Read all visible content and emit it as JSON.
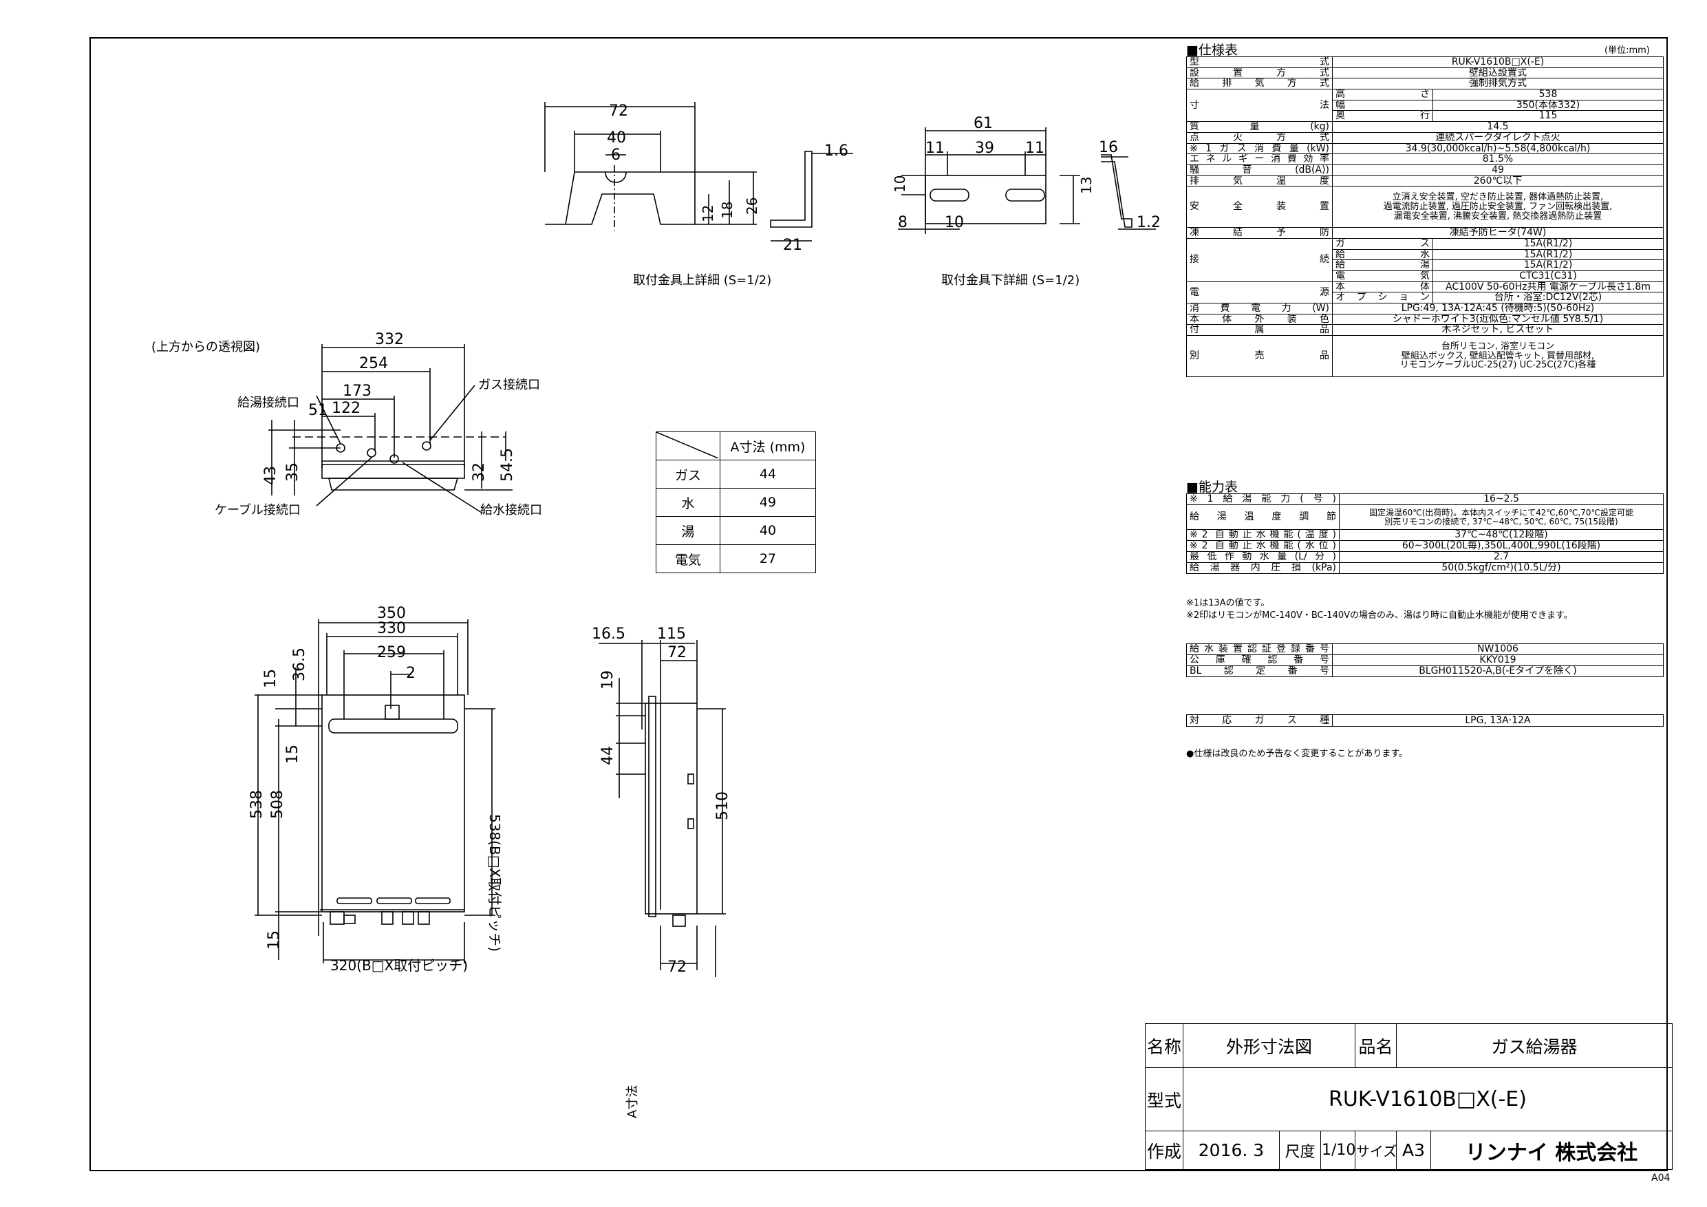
{
  "spec": {
    "title": "■仕様表",
    "unit": "(単位:mm)",
    "rows": [
      {
        "label": "型式",
        "value": "RUK-V1610B□X(-E)"
      },
      {
        "label": "設置方式",
        "value": "壁組込設置式"
      },
      {
        "label": "給排気方式",
        "value": "強制排気方式"
      },
      {
        "label": "寸法",
        "subs": [
          {
            "label": "高さ",
            "value": "538"
          },
          {
            "label": "幅",
            "value": "350(本体332)"
          },
          {
            "label": "奥行",
            "value": "115"
          }
        ]
      },
      {
        "label": "質量(kg)",
        "value": "14.5"
      },
      {
        "label": "点火方式",
        "value": "連続スパークダイレクト点火"
      },
      {
        "label": "※1ガス消費量(kW)",
        "value": "34.9(30,000kcal/h)~5.58(4,800kcal/h)"
      },
      {
        "label": "エネルギー消費効率",
        "value": "81.5%"
      },
      {
        "label": "騒音(dB(A))",
        "value": "49"
      },
      {
        "label": "排気温度",
        "value": "260℃以下"
      },
      {
        "label": "安全装置",
        "value_lines": [
          "立消え安全装置, 空だき防止装置, 器体過熱防止装置,",
          "過電流防止装置, 過圧防止安全装置, ファン回転検出装置,",
          "漏電安全装置, 沸騰安全装置, 熱交換器過熱防止装置"
        ]
      },
      {
        "label": "凍結予防",
        "value": "凍結予防ヒータ(74W)"
      },
      {
        "label": "接続",
        "subs": [
          {
            "label": "ガス",
            "value": "15A(R1/2)"
          },
          {
            "label": "給水",
            "value": "15A(R1/2)"
          },
          {
            "label": "給湯",
            "value": "15A(R1/2)"
          },
          {
            "label": "電気",
            "value": "CTC31(C31)"
          }
        ]
      },
      {
        "label": "電源",
        "subs": [
          {
            "label": "本体",
            "value": "AC100V 50-60Hz共用 電源ケーブル長さ1.8m"
          },
          {
            "label": "オプション",
            "value": "台所・浴室:DC12V(2芯)"
          }
        ]
      },
      {
        "label": "消費電力(W)",
        "value": "LPG:49, 13A·12A:45 (待機時:5)(50-60Hz)"
      },
      {
        "label": "本体外装色",
        "value": "シャドーホワイト3(近似色:マンセル値 5Y8.5/1)"
      },
      {
        "label": "付属品",
        "value": "木ネジセット, ビスセット"
      },
      {
        "label": "別売品",
        "value_lines": [
          "台所リモコン, 浴室リモコン",
          "壁組込ボックス, 壁組込配管キット, 買替用部材,",
          "リモコンケーブルUC-25(27) UC-25C(27C)各種"
        ]
      }
    ]
  },
  "capacity": {
    "title": "■能力表",
    "rows": [
      {
        "label": "※1給湯能力(号)",
        "value": "16~2.5"
      },
      {
        "label": "給湯温度調節",
        "value_lines": [
          "固定湯温60℃(出荷時)。本体内スイッチにて42℃,60℃,70℃設定可能",
          "別売リモコンの接続で, 37℃~48℃, 50℃, 60℃, 75(15段階)"
        ]
      },
      {
        "label": "※2 自動止水機能(温度)",
        "value": "37℃~48℃(12段階)"
      },
      {
        "label": "※2 自動止水機能(水位)",
        "value": "60~300L(20L毎),350L,400L,990L(16段階)"
      },
      {
        "label": "最低作動水量(L/分)",
        "value": "2.7"
      },
      {
        "label": "給湯器内圧損(kPa)",
        "value": "50(0.5kgf/cm²)(10.5L/分)"
      }
    ],
    "notes": [
      "※1は13Aの値です。",
      "※2印はリモコンがMC-140V・BC-140Vの場合のみ、湯はり時に自動止水機能が使用できます。"
    ]
  },
  "certs": [
    {
      "label": "給水装置認証登録番号",
      "value": "NW1006"
    },
    {
      "label": "公庫確認番号",
      "value": "KKY019"
    },
    {
      "label": "BL認定番号",
      "value": "BLGH011520-A,B(-Eタイプを除く)"
    }
  ],
  "gas": {
    "label": "対応ガス種",
    "value": "LPG, 13A·12A"
  },
  "footnote": "●仕様は改良のため予告なく変更することがあります。",
  "a_table": {
    "header": "A寸法 (mm)",
    "rows": [
      {
        "name": "ガス",
        "value": "44"
      },
      {
        "name": "水",
        "value": "49"
      },
      {
        "name": "湯",
        "value": "40"
      },
      {
        "name": "電気",
        "value": "27"
      }
    ]
  },
  "drawings": {
    "upper_bracket_caption": "取付金具上詳細 (S=1/2)",
    "lower_bracket_caption": "取付金具下詳細 (S=1/2)",
    "top_view_caption": "(上方からの透視図)",
    "hot_port": "給湯接続口",
    "gas_port": "ガス接続口",
    "cable_port": "ケーブル接続口",
    "water_port": "給水接続口",
    "pitch_bottom": "320(B□X取付ピッチ)",
    "pitch_side": "538(B□X取付ピッチ)",
    "a_dim": "A寸法",
    "dims": {
      "u72": "72",
      "u40": "40",
      "u6": "6",
      "u12": "12",
      "u18": "18",
      "u26": "26",
      "u16a": "1.6",
      "u21": "21",
      "l61": "61",
      "l11a": "11",
      "l39": "39",
      "l11b": "11",
      "l10": "10",
      "l13": "13",
      "l8": "8",
      "l10b": "10",
      "l16": "16",
      "l12": "1.2",
      "t332": "332",
      "t254": "254",
      "t173": "173",
      "t122": "122",
      "t51": "51",
      "t43": "43",
      "t35": "35",
      "t32": "32",
      "t545": "54.5",
      "f350": "350",
      "f330": "330",
      "f259": "259",
      "f2": "2",
      "f15a": "15",
      "f365": "36.5",
      "f15b": "15",
      "f538": "538",
      "f508": "508",
      "f15c": "15",
      "s165": "16.5",
      "s115": "115",
      "s72a": "72",
      "s19": "19",
      "s44": "44",
      "s510": "510",
      "s72b": "72"
    }
  },
  "title_block": {
    "name_label": "名称",
    "name_value": "外形寸法図",
    "product_label": "品名",
    "product_value": "ガス給湯器",
    "model_label": "型式",
    "model_value": "RUK-V1610B□X(-E)",
    "made_label": "作成",
    "made_value": "2016. 3",
    "scale_label": "尺度",
    "scale_value": "1/10",
    "size_label": "サイズ",
    "size_value": "A3",
    "company": "リンナイ 株式会社"
  },
  "sheet_no": "A04"
}
